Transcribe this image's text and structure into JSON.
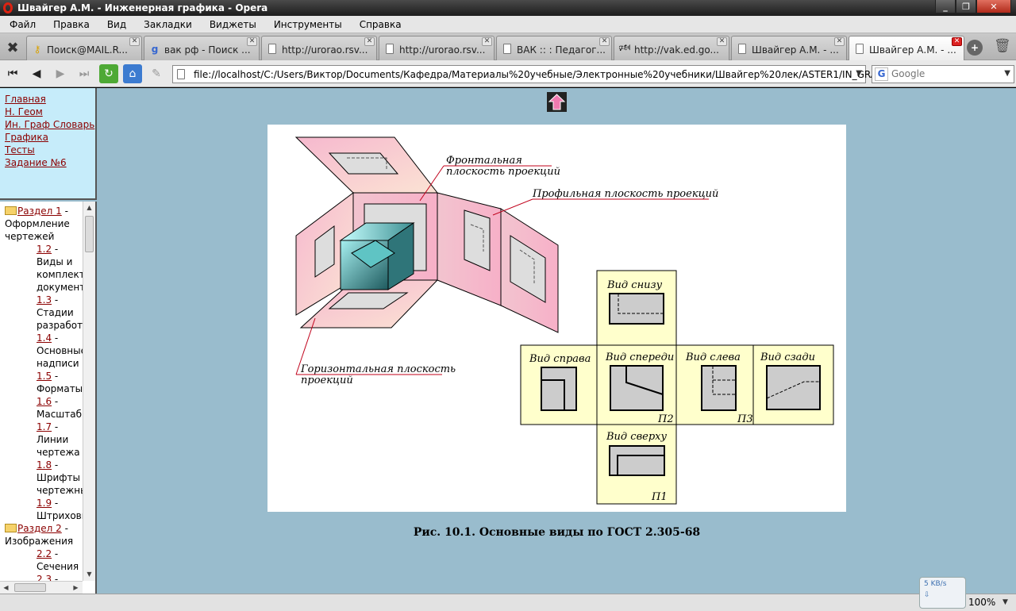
{
  "window": {
    "title": "Швайгер А.М. - Инженерная графика - Opera"
  },
  "menu": [
    "Файл",
    "Правка",
    "Вид",
    "Закладки",
    "Виджеты",
    "Инструменты",
    "Справка"
  ],
  "tabs": [
    {
      "label": "Поиск@MAIL.R...",
      "icon": "key-icon"
    },
    {
      "label": "вак рф - Поиск ...",
      "icon": "google-icon"
    },
    {
      "label": "http://urorao.rsv...",
      "icon": "document-icon"
    },
    {
      "label": "http://urorao.rsv...",
      "icon": "document-icon"
    },
    {
      "label": "ВАК :: : Педагог...",
      "icon": "document-icon"
    },
    {
      "label": "http://vak.ed.go...",
      "icon": "speaker-icon"
    },
    {
      "label": "Швайгер А.М. - ...",
      "icon": "document-icon"
    },
    {
      "label": "Швайгер А.М. - ...",
      "icon": "document-icon",
      "active": true
    }
  ],
  "address": {
    "url": "file://localhost/C:/Users/Виктор/Documents/Кафедра/Материалы%20учебные/Электронные%20учебники/Швайгер%20лек/ASTER1/IN_GRAF1.HTM"
  },
  "search": {
    "placeholder": "Google"
  },
  "leftnav": [
    "Главная",
    "Н. Геом",
    "Ин. Граф Словарь",
    "Графика",
    "Тесты",
    "Задание №6"
  ],
  "tree": {
    "sections": [
      {
        "link": "Раздел 1",
        "title": "Оформление чертежей",
        "items": [
          {
            "num": "1.2",
            "text": [
              "Виды и",
              "комплект",
              "документ"
            ]
          },
          {
            "num": "1.3",
            "text": [
              "Стадии",
              "разработк"
            ]
          },
          {
            "num": "1.4",
            "text": [
              "Основные",
              "надписи"
            ]
          },
          {
            "num": "1.5",
            "text": [
              "Форматы"
            ]
          },
          {
            "num": "1.6",
            "text": [
              "Масштабы"
            ]
          },
          {
            "num": "1.7",
            "text": [
              "Линии",
              "чертежа"
            ]
          },
          {
            "num": "1.8",
            "text": [
              "Шрифты",
              "чертежны"
            ]
          },
          {
            "num": "1.9",
            "text": [
              "Штриховк"
            ]
          }
        ]
      },
      {
        "link": "Раздел 2",
        "title": "Изображения",
        "items": [
          {
            "num": "2.2",
            "text": [
              "Сечения"
            ]
          },
          {
            "num": "2.3",
            "text": []
          }
        ]
      }
    ]
  },
  "figure": {
    "labels": {
      "frontal": [
        "Фронтальная",
        "плоскость проекций"
      ],
      "profile": "Профильная плоскость проекций",
      "horizontal": [
        "Горизонтальная плоскость",
        "проекций"
      ],
      "bottom": "Вид снизу",
      "right": "Вид справа",
      "front": "Вид спереди",
      "left": "Вид слева",
      "back": "Вид сзади",
      "top": "Вид сверху",
      "p2": "П2",
      "p3": "П3",
      "p1": "П1"
    },
    "caption": "Рис. 10.1. Основные виды по ГОСТ 2.305-68"
  },
  "status": {
    "speed": "5 KB/s",
    "zoom": "100%"
  },
  "colors": {
    "content_bg": "#99bccd",
    "link": "#8b0000",
    "view_fill": "#ffffcc",
    "pink": "#f4b6cc"
  }
}
